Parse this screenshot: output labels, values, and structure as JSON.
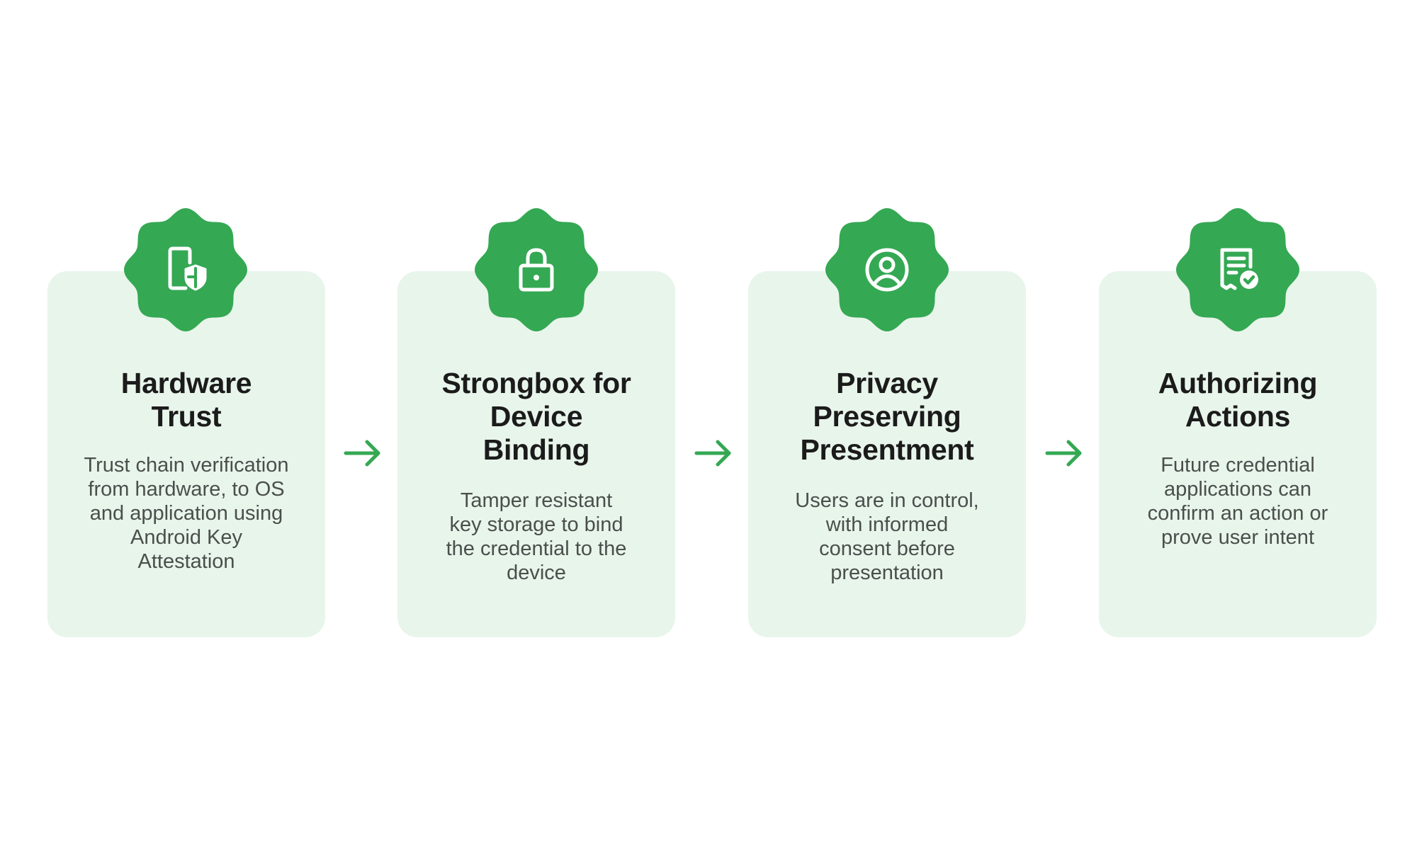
{
  "colors": {
    "accent": "#34a853",
    "card_background": "#e8f5eb",
    "title_text": "#1b1b1b",
    "body_text": "#4a4f4b"
  },
  "steps": [
    {
      "icon": "phone-shield-icon",
      "title_lines": [
        "Hardware",
        "Trust"
      ],
      "desc_lines": [
        "Trust chain verification",
        "from hardware, to OS",
        "and application using",
        "Android Key",
        "Attestation"
      ]
    },
    {
      "icon": "lock-icon",
      "title_lines": [
        "Strongbox for",
        "Device",
        "Binding"
      ],
      "desc_lines": [
        "Tamper resistant",
        "key storage to bind",
        "the credential to the",
        "device"
      ]
    },
    {
      "icon": "user-circle-icon",
      "title_lines": [
        "Privacy",
        "Preserving",
        "Presentment"
      ],
      "desc_lines": [
        "Users are in control,",
        "with informed",
        "consent before",
        "presentation"
      ]
    },
    {
      "icon": "document-check-icon",
      "title_lines": [
        "Authorizing",
        "Actions"
      ],
      "desc_lines": [
        "Future credential",
        "applications can",
        "confirm an action or",
        "prove user intent"
      ]
    }
  ],
  "connectors": [
    "arrow-right-icon",
    "arrow-right-icon",
    "arrow-right-icon"
  ]
}
